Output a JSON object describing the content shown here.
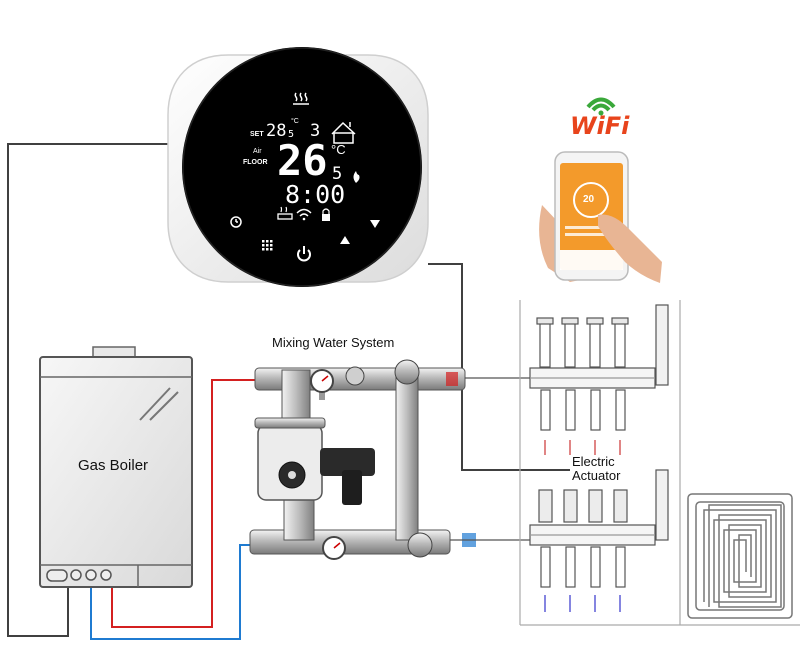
{
  "thermostat": {
    "set_label": "SET",
    "set_temp_main": "28",
    "set_temp_decimal": "5",
    "set_unit": "°C",
    "program_number": "3",
    "air_label": "Air",
    "floor_label": "FLOOR",
    "room_temp_main": "26",
    "room_temp_decimal": "5",
    "room_unit": "°C",
    "clock": "8:00"
  },
  "wifi": {
    "logo_text": "WiFi"
  },
  "phone": {
    "screen_temp": "20"
  },
  "labels": {
    "mixing": "Mixing Water System",
    "boiler": "Gas Boiler",
    "actuator_line1": "Electric",
    "actuator_line2": "Actuator"
  },
  "colors": {
    "hot_pipe": "#d42020",
    "cold_pipe": "#1f7bd1",
    "wire": "#404040",
    "display_bg": "#000000",
    "display_text": "#ffffff",
    "app_orange": "#f39a2b"
  }
}
